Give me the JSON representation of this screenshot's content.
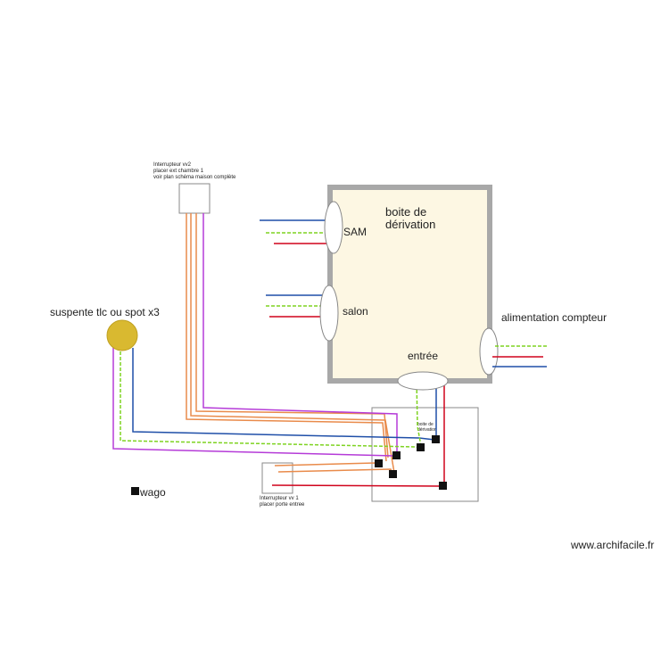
{
  "diagram": {
    "junction_box_title_line1": "boite de",
    "junction_box_title_line2": "dérivation",
    "room_sam": "SAM",
    "room_salon": "salon",
    "entry_label": "entrée",
    "supply_label": "alimentation compteur",
    "lamp_label": "suspente tlc ou spot x3",
    "switch2_line1": "Interrupteur vv2",
    "switch2_line2": "placer ext chambre 1",
    "switch2_line3": "voir plan schéma maison complète",
    "switch1_line1": "Interrupteur vv 1",
    "switch1_line2": "placer porte entree",
    "small_box_line1": "boite de",
    "small_box_line2": "dérivation",
    "legend_wago": "wago",
    "watermark": "www.archifacile.fr"
  },
  "colors": {
    "box_fill": "#fdf7e3",
    "box_border": "#a8a8a8",
    "wire_blue": "#1f4fa8",
    "wire_green": "#7ed321",
    "wire_red": "#d0021b",
    "wire_orange": "#e98b4b",
    "wire_purple": "#b53bd8",
    "lamp_fill": "#d9b930",
    "wago_fill": "#111111"
  }
}
